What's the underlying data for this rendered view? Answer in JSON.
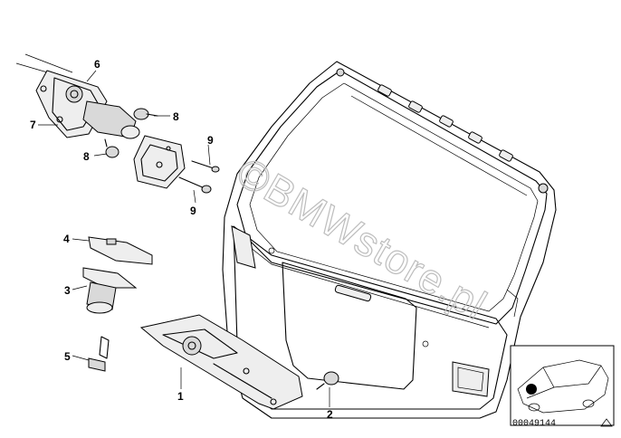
{
  "watermark": "©BMWstore.pl",
  "callouts": {
    "c1": "1",
    "c2": "2",
    "c3": "3",
    "c4": "4",
    "c5": "5",
    "c6": "6",
    "c7": "7",
    "c8a": "8",
    "c8b": "8",
    "c9a": "9",
    "c9b": "9"
  },
  "reference_number": "00049144"
}
